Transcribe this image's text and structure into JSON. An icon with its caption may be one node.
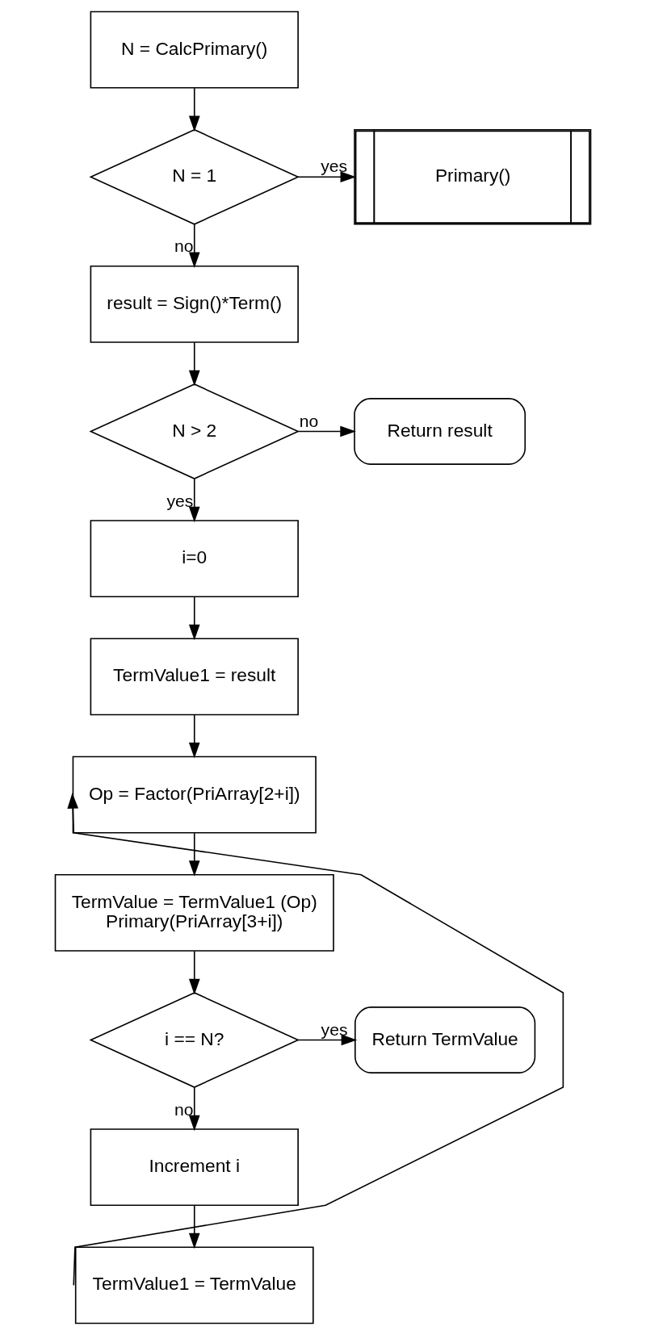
{
  "diagram": {
    "nodes": [
      {
        "text": [
          "N = CalcPrimary()"
        ]
      },
      {
        "text": [
          "N = 1"
        ]
      },
      {
        "text": [
          "Primary()"
        ]
      },
      {
        "text": [
          "result = Sign()*Term()"
        ]
      },
      {
        "text": [
          "N > 2"
        ]
      },
      {
        "text": [
          "Return result"
        ]
      },
      {
        "text": [
          "i=0"
        ]
      },
      {
        "text": [
          "TermValue1 = result"
        ]
      },
      {
        "text": [
          "Op = Factor(PriArray[2+i])"
        ]
      },
      {
        "text": [
          "TermValue = TermValue1 (Op) Primary(PriArray[3+i])"
        ]
      },
      {
        "text": [
          "i == N?"
        ]
      },
      {
        "text": [
          "Return TermValue"
        ]
      },
      {
        "text": [
          "Increment i"
        ]
      },
      {
        "text": [
          "TermValue1 = TermValue"
        ]
      }
    ],
    "edges": [
      {
        "from": 0,
        "to": 1,
        "arrow": "to"
      },
      {
        "from": 1,
        "to": 2,
        "arrow": "to",
        "label": "yes"
      },
      {
        "from": 1,
        "to": 3,
        "arrow": "to",
        "label": "no"
      },
      {
        "from": 3,
        "to": 4,
        "arrow": "to"
      },
      {
        "from": 4,
        "to": 5,
        "arrow": "to",
        "label": "no"
      },
      {
        "from": 4,
        "to": 6,
        "arrow": "to",
        "label": "yes"
      },
      {
        "from": 6,
        "to": 7,
        "arrow": "to"
      },
      {
        "from": 7,
        "to": 8,
        "arrow": "to"
      },
      {
        "from": 8,
        "to": 9,
        "arrow": "to"
      },
      {
        "from": 9,
        "to": 10,
        "arrow": "to"
      },
      {
        "from": 10,
        "to": 11,
        "arrow": "to",
        "label": "yes"
      },
      {
        "from": 10,
        "to": 12,
        "arrow": "to",
        "label": "no"
      },
      {
        "from": 12,
        "to": 13,
        "arrow": "to"
      },
      {
        "from": 13,
        "to": 8,
        "arrow": "to"
      }
    ]
  }
}
